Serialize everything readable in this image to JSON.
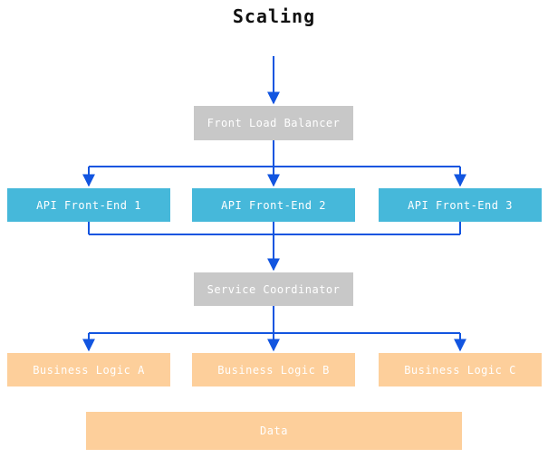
{
  "title": "Scaling",
  "colors": {
    "gray_box": "#c8c8c8",
    "blue_box": "#46b8da",
    "orange_box": "#fdcf9b",
    "arrow": "#1255e0",
    "box_text": "#ffffff",
    "title_text": "#111111"
  },
  "nodes": {
    "front_load_balancer": {
      "label": "Front Load Balancer"
    },
    "api_front_end_1": {
      "label": "API Front-End 1"
    },
    "api_front_end_2": {
      "label": "API Front-End 2"
    },
    "api_front_end_3": {
      "label": "API Front-End 3"
    },
    "service_coordinator": {
      "label": "Service Coordinator"
    },
    "business_logic_a": {
      "label": "Business Logic A"
    },
    "business_logic_b": {
      "label": "Business Logic B"
    },
    "business_logic_c": {
      "label": "Business Logic C"
    },
    "data_store": {
      "label": "Data"
    }
  },
  "edges": [
    "title -> front_load_balancer",
    "front_load_balancer -> api_front_end_1",
    "front_load_balancer -> api_front_end_2",
    "front_load_balancer -> api_front_end_3",
    "api_front_end_1 -> service_coordinator",
    "api_front_end_2 -> service_coordinator",
    "api_front_end_3 -> service_coordinator",
    "service_coordinator -> business_logic_a",
    "service_coordinator -> business_logic_b",
    "service_coordinator -> business_logic_c"
  ]
}
